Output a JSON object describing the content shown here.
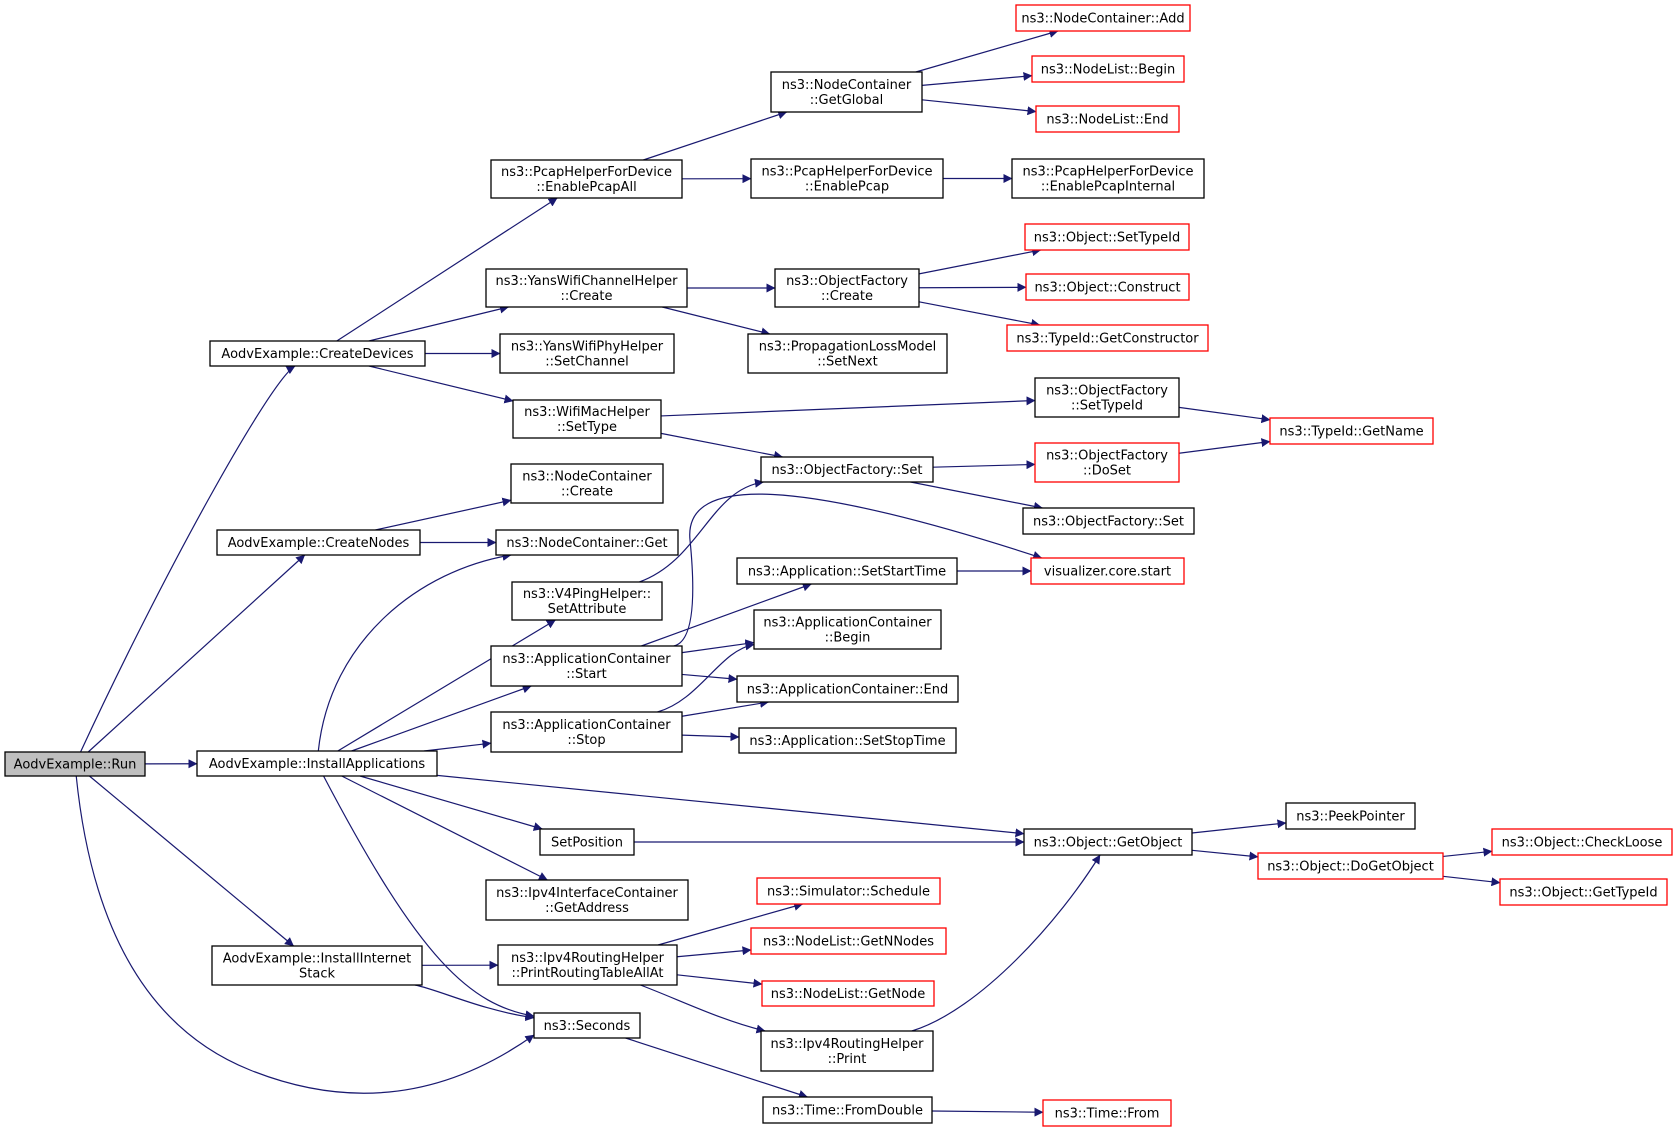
{
  "colors": {
    "edge": "#191970",
    "box_normal": "#000000",
    "box_truncated": "#ff0000",
    "root_fill": "#bfbfbf",
    "node_fill": "#ffffff"
  },
  "nodes": [
    {
      "id": "run",
      "lines": [
        "AodvExample::Run"
      ],
      "style": "root"
    },
    {
      "id": "createDevices",
      "lines": [
        "AodvExample::CreateDevices"
      ],
      "style": "normal"
    },
    {
      "id": "createNodes",
      "lines": [
        "AodvExample::CreateNodes"
      ],
      "style": "normal"
    },
    {
      "id": "installApps",
      "lines": [
        "AodvExample::InstallApplications"
      ],
      "style": "normal"
    },
    {
      "id": "installInet",
      "lines": [
        "AodvExample::InstallInternet",
        "Stack"
      ],
      "style": "normal"
    },
    {
      "id": "seconds",
      "lines": [
        "ns3::Seconds"
      ],
      "style": "normal"
    },
    {
      "id": "pcapAll",
      "lines": [
        "ns3::PcapHelperForDevice",
        "::EnablePcapAll"
      ],
      "style": "normal"
    },
    {
      "id": "yansCreate",
      "lines": [
        "ns3::YansWifiChannelHelper",
        "::Create"
      ],
      "style": "normal"
    },
    {
      "id": "yansSetCh",
      "lines": [
        "ns3::YansWifiPhyHelper",
        "::SetChannel"
      ],
      "style": "normal"
    },
    {
      "id": "macSetType",
      "lines": [
        "ns3::WifiMacHelper",
        "::SetType"
      ],
      "style": "normal"
    },
    {
      "id": "ncCreate",
      "lines": [
        "ns3::NodeContainer",
        "::Create"
      ],
      "style": "normal"
    },
    {
      "id": "ncGet",
      "lines": [
        "ns3::NodeContainer::Get"
      ],
      "style": "normal"
    },
    {
      "id": "v4ping",
      "lines": [
        "ns3::V4PingHelper::",
        "SetAttribute"
      ],
      "style": "normal"
    },
    {
      "id": "appStart",
      "lines": [
        "ns3::ApplicationContainer",
        "::Start"
      ],
      "style": "normal"
    },
    {
      "id": "appStop",
      "lines": [
        "ns3::ApplicationContainer",
        "::Stop"
      ],
      "style": "normal"
    },
    {
      "id": "setPosition",
      "lines": [
        "SetPosition"
      ],
      "style": "normal"
    },
    {
      "id": "ipv4GetAddr",
      "lines": [
        "ns3::Ipv4InterfaceContainer",
        "::GetAddress"
      ],
      "style": "normal"
    },
    {
      "id": "printAllAt",
      "lines": [
        "ns3::Ipv4RoutingHelper",
        "::PrintRoutingTableAllAt"
      ],
      "style": "normal"
    },
    {
      "id": "ncGetGlobal",
      "lines": [
        "ns3::NodeContainer",
        "::GetGlobal"
      ],
      "style": "normal"
    },
    {
      "id": "pcapEnable",
      "lines": [
        "ns3::PcapHelperForDevice",
        "::EnablePcap"
      ],
      "style": "normal"
    },
    {
      "id": "ofCreate",
      "lines": [
        "ns3::ObjectFactory",
        "::Create"
      ],
      "style": "normal"
    },
    {
      "id": "propSetNext",
      "lines": [
        "ns3::PropagationLossModel",
        "::SetNext"
      ],
      "style": "normal"
    },
    {
      "id": "ofSet",
      "lines": [
        "ns3::ObjectFactory::Set"
      ],
      "style": "normal"
    },
    {
      "id": "appSetStart",
      "lines": [
        "ns3::Application::SetStartTime"
      ],
      "style": "normal"
    },
    {
      "id": "appBegin",
      "lines": [
        "ns3::ApplicationContainer",
        "::Begin"
      ],
      "style": "normal"
    },
    {
      "id": "appEnd",
      "lines": [
        "ns3::ApplicationContainer::End"
      ],
      "style": "normal"
    },
    {
      "id": "appSetStop",
      "lines": [
        "ns3::Application::SetStopTime"
      ],
      "style": "normal"
    },
    {
      "id": "simSchedule",
      "lines": [
        "ns3::Simulator::Schedule"
      ],
      "style": "truncated"
    },
    {
      "id": "nlGetN",
      "lines": [
        "ns3::NodeList::GetNNodes"
      ],
      "style": "truncated"
    },
    {
      "id": "nlGetNode",
      "lines": [
        "ns3::NodeList::GetNode"
      ],
      "style": "truncated"
    },
    {
      "id": "ipv4Print",
      "lines": [
        "ns3::Ipv4RoutingHelper",
        "::Print"
      ],
      "style": "normal"
    },
    {
      "id": "fromDouble",
      "lines": [
        "ns3::Time::FromDouble"
      ],
      "style": "normal"
    },
    {
      "id": "ncAdd",
      "lines": [
        "ns3::NodeContainer::Add"
      ],
      "style": "truncated"
    },
    {
      "id": "nlBegin",
      "lines": [
        "ns3::NodeList::Begin"
      ],
      "style": "truncated"
    },
    {
      "id": "nlEnd",
      "lines": [
        "ns3::NodeList::End"
      ],
      "style": "truncated"
    },
    {
      "id": "pcapInternal",
      "lines": [
        "ns3::PcapHelperForDevice",
        "::EnablePcapInternal"
      ],
      "style": "normal"
    },
    {
      "id": "objSetTypeId",
      "lines": [
        "ns3::Object::SetTypeId"
      ],
      "style": "truncated"
    },
    {
      "id": "objConstruct",
      "lines": [
        "ns3::Object::Construct"
      ],
      "style": "truncated"
    },
    {
      "id": "typeIdGetCtor",
      "lines": [
        "ns3::TypeId::GetConstructor"
      ],
      "style": "truncated"
    },
    {
      "id": "ofSetTypeId",
      "lines": [
        "ns3::ObjectFactory",
        "::SetTypeId"
      ],
      "style": "normal"
    },
    {
      "id": "ofDoSet",
      "lines": [
        "ns3::ObjectFactory",
        "::DoSet"
      ],
      "style": "truncated"
    },
    {
      "id": "ofSet2",
      "lines": [
        "ns3::ObjectFactory::Set"
      ],
      "style": "normal"
    },
    {
      "id": "vizStart",
      "lines": [
        "visualizer.core.start"
      ],
      "style": "truncated"
    },
    {
      "id": "objGetObject",
      "lines": [
        "ns3::Object::GetObject"
      ],
      "style": "normal"
    },
    {
      "id": "timeFrom",
      "lines": [
        "ns3::Time::From"
      ],
      "style": "truncated"
    },
    {
      "id": "typeIdGetName",
      "lines": [
        "ns3::TypeId::GetName"
      ],
      "style": "truncated"
    },
    {
      "id": "peekPointer",
      "lines": [
        "ns3::PeekPointer"
      ],
      "style": "normal"
    },
    {
      "id": "doGetObject",
      "lines": [
        "ns3::Object::DoGetObject"
      ],
      "style": "truncated"
    },
    {
      "id": "checkLoose",
      "lines": [
        "ns3::Object::CheckLoose"
      ],
      "style": "truncated"
    },
    {
      "id": "getTypeId",
      "lines": [
        "ns3::Object::GetTypeId"
      ],
      "style": "truncated"
    }
  ],
  "edges": [
    [
      "run",
      "createDevices"
    ],
    [
      "run",
      "createNodes"
    ],
    [
      "run",
      "installApps"
    ],
    [
      "run",
      "installInet"
    ],
    [
      "run",
      "seconds"
    ],
    [
      "createDevices",
      "pcapAll"
    ],
    [
      "createDevices",
      "yansCreate"
    ],
    [
      "createDevices",
      "yansSetCh"
    ],
    [
      "createDevices",
      "macSetType"
    ],
    [
      "pcapAll",
      "ncGetGlobal"
    ],
    [
      "pcapAll",
      "pcapEnable"
    ],
    [
      "ncGetGlobal",
      "ncAdd"
    ],
    [
      "ncGetGlobal",
      "nlBegin"
    ],
    [
      "ncGetGlobal",
      "nlEnd"
    ],
    [
      "pcapEnable",
      "pcapInternal"
    ],
    [
      "yansCreate",
      "ofCreate"
    ],
    [
      "yansCreate",
      "propSetNext"
    ],
    [
      "ofCreate",
      "objSetTypeId"
    ],
    [
      "ofCreate",
      "objConstruct"
    ],
    [
      "ofCreate",
      "typeIdGetCtor"
    ],
    [
      "macSetType",
      "ofSetTypeId"
    ],
    [
      "macSetType",
      "ofSet"
    ],
    [
      "ofSetTypeId",
      "typeIdGetName"
    ],
    [
      "ofDoSet",
      "typeIdGetName"
    ],
    [
      "ofSet",
      "ofDoSet"
    ],
    [
      "ofSet",
      "ofSet2"
    ],
    [
      "createNodes",
      "ncCreate"
    ],
    [
      "createNodes",
      "ncGet"
    ],
    [
      "installApps",
      "ncGet"
    ],
    [
      "installApps",
      "v4ping"
    ],
    [
      "installApps",
      "appStart"
    ],
    [
      "installApps",
      "appStop"
    ],
    [
      "installApps",
      "objGetObject"
    ],
    [
      "installApps",
      "setPosition"
    ],
    [
      "installApps",
      "ipv4GetAddr"
    ],
    [
      "installApps",
      "seconds"
    ],
    [
      "v4ping",
      "ofSet"
    ],
    [
      "appStart",
      "vizStart"
    ],
    [
      "appStart",
      "appSetStart"
    ],
    [
      "appStart",
      "appBegin"
    ],
    [
      "appStart",
      "appEnd"
    ],
    [
      "appSetStart",
      "vizStart"
    ],
    [
      "appStop",
      "appBegin"
    ],
    [
      "appStop",
      "appEnd"
    ],
    [
      "appStop",
      "appSetStop"
    ],
    [
      "setPosition",
      "objGetObject"
    ],
    [
      "objGetObject",
      "peekPointer"
    ],
    [
      "objGetObject",
      "doGetObject"
    ],
    [
      "doGetObject",
      "checkLoose"
    ],
    [
      "doGetObject",
      "getTypeId"
    ],
    [
      "installInet",
      "printAllAt"
    ],
    [
      "installInet",
      "seconds"
    ],
    [
      "printAllAt",
      "simSchedule"
    ],
    [
      "printAllAt",
      "nlGetN"
    ],
    [
      "printAllAt",
      "nlGetNode"
    ],
    [
      "printAllAt",
      "ipv4Print"
    ],
    [
      "ipv4Print",
      "objGetObject"
    ],
    [
      "seconds",
      "fromDouble"
    ],
    [
      "fromDouble",
      "timeFrom"
    ]
  ]
}
